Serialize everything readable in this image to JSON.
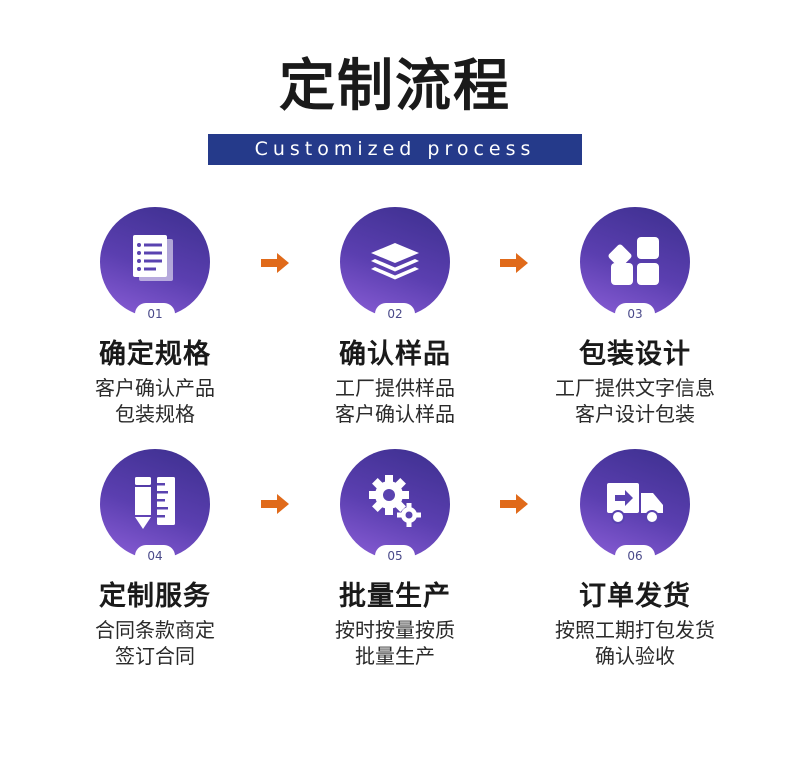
{
  "header": {
    "title": "定制流程",
    "subtitle": "Customized process"
  },
  "colors": {
    "accent_bar": "#253a8a",
    "circle_gradient_start": "#3c2f8e",
    "circle_gradient_end": "#8c5fd8",
    "arrow": "#e06a1a"
  },
  "steps": [
    {
      "number": "01",
      "title": "确定规格",
      "desc_line1": "客户确认产品",
      "desc_line2": "包装规格",
      "icon": "document-list-icon"
    },
    {
      "number": "02",
      "title": "确认样品",
      "desc_line1": "工厂提供样品",
      "desc_line2": "客户确认样品",
      "icon": "layers-icon"
    },
    {
      "number": "03",
      "title": "包装设计",
      "desc_line1": "工厂提供文字信息",
      "desc_line2": "客户设计包装",
      "icon": "blocks-icon"
    },
    {
      "number": "04",
      "title": "定制服务",
      "desc_line1": "合同条款商定",
      "desc_line2": "签订合同",
      "icon": "pencil-ruler-icon"
    },
    {
      "number": "05",
      "title": "批量生产",
      "desc_line1": "按时按量按质",
      "desc_line2": "批量生产",
      "icon": "gears-icon"
    },
    {
      "number": "06",
      "title": "订单发货",
      "desc_line1": "按照工期打包发货",
      "desc_line2": "确认验收",
      "icon": "delivery-truck-icon"
    }
  ]
}
